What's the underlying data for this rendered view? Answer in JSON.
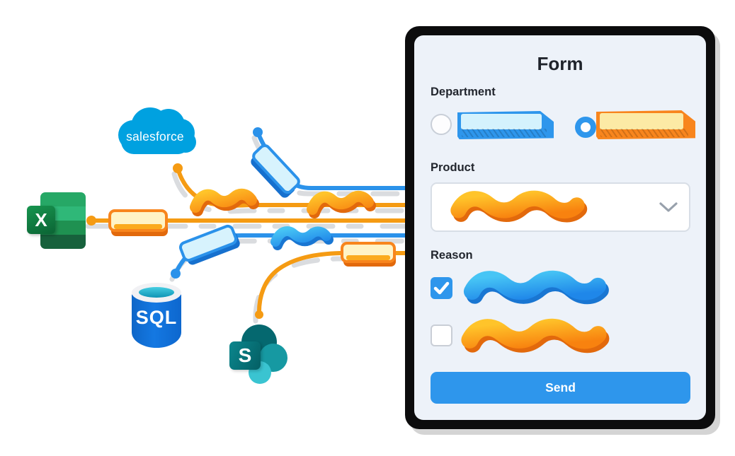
{
  "page": {
    "background": "#ffffff"
  },
  "colors": {
    "accent_blue": "#2E96EC",
    "blue_dark": "#1670CE",
    "blue_light_fill": "#D4F2FD",
    "accent_orange": "#F8851D",
    "orange_dark": "#E2690C",
    "orange_light_fill": "#FCEAA5",
    "orange_line": "#F59B13",
    "panel_bg": "#EDF2F9",
    "panel_border": "#0C0C0D"
  },
  "sources": [
    {
      "name": "Salesforce",
      "logo_text": "salesforce",
      "color": "#00A1E0"
    },
    {
      "name": "Excel",
      "logo_text": "X",
      "color": "#107C41"
    },
    {
      "name": "SQL Database",
      "logo_text": "SQL",
      "color": "#1478E2"
    },
    {
      "name": "SharePoint",
      "logo_text": "S",
      "color": "#067A80"
    }
  ],
  "form": {
    "title": "Form",
    "department": {
      "label": "Department",
      "options": [
        {
          "selected": false,
          "scribble_color": "blue"
        },
        {
          "selected": true,
          "scribble_color": "orange"
        }
      ]
    },
    "product": {
      "label": "Product",
      "scribble_color": "orange",
      "control": "dropdown"
    },
    "reason": {
      "label": "Reason",
      "options": [
        {
          "checked": true,
          "scribble_color": "blue"
        },
        {
          "checked": false,
          "scribble_color": "orange"
        }
      ]
    },
    "submit_label": "Send"
  }
}
